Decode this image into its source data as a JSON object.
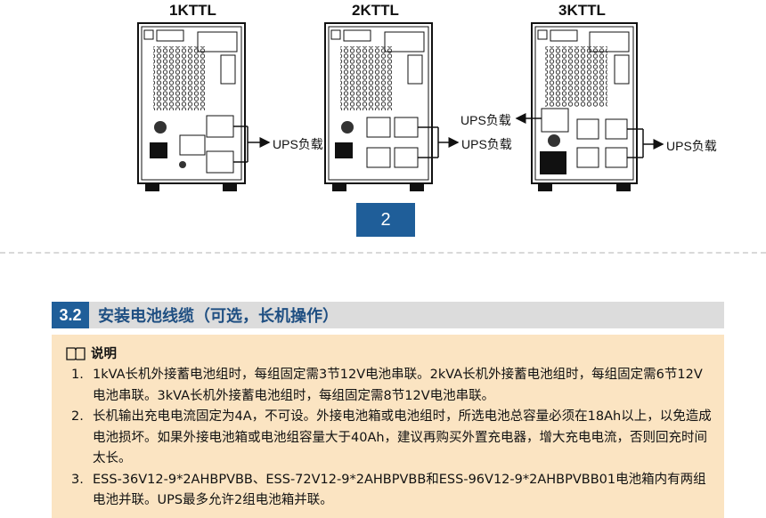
{
  "diagram": {
    "models": [
      "1KTTL",
      "2KTTL",
      "3KTTL"
    ],
    "load_label": "UPS负载",
    "step_number": "2"
  },
  "section": {
    "number": "3.2",
    "title": "安装电池线缆（可选，长机操作）"
  },
  "note": {
    "heading": "说明",
    "items": [
      {
        "num": "1.",
        "text": "1kVA长机外接蓄电池组时，每组固定需3节12V电池串联。2kVA长机外接蓄电池组时，每组固定需6节12V电池串联。3kVA长机外接蓄电池组时，每组固定需8节12V电池串联。"
      },
      {
        "num": "2.",
        "text": "长机输出充电电流固定为4A，不可设。外接电池箱或电池组时，所选电池总容量必须在18Ah以上，以免造成电池损坏。如果外接电池箱或电池组容量大于40Ah，建议再购买外置充电器，增大充电电流，否则回充时间太长。"
      },
      {
        "num": "3.",
        "text": "ESS-36V12-9*2AHBPVBB、ESS-72V12-9*2AHBPVBB和ESS-96V12-9*2AHBPVBB01电池箱内有两组电池并联。UPS最多允许2组电池箱并联。"
      }
    ]
  }
}
